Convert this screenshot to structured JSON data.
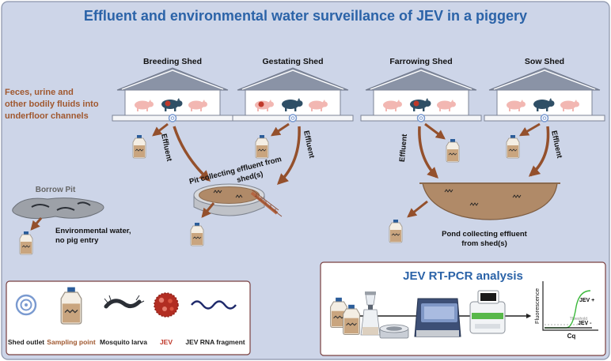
{
  "title": "Effluent and environmental water surveillance of JEV in a piggery",
  "sheds": [
    "Breeding Shed",
    "Gestating Shed",
    "Farrowing Shed",
    "Sow Shed"
  ],
  "fluids_label": [
    "Feces, urine and",
    "other bodily fluids into",
    "underfloor channels"
  ],
  "effluent_label": "Effluent",
  "pit_label": [
    "Pit collecting effluent from",
    "shed(s)"
  ],
  "borrow_pit_label": "Borrow Pit",
  "env_water_label": [
    "Environmental water,",
    "no pig entry"
  ],
  "pond_label": [
    "Pond collecting effluent",
    "from shed(s)"
  ],
  "analysis_title": "JEV RT-PCR analysis",
  "graph": {
    "ylabel": "Fluorescence",
    "xlabel": "Cq",
    "threshold_label": "Threshold",
    "pos_label": "JEV +",
    "neg_label": "JEV -"
  },
  "legend": {
    "shed_outlet": "Shed outlet",
    "sampling_point": "Sampling point",
    "mosquito_larva": "Mosquito larva",
    "jev": "JEV",
    "rna_fragment": "JEV RNA fragment"
  },
  "colors": {
    "background": "#cdd5e8",
    "title": "#2b63a8",
    "fluids_text": "#a0582f",
    "arrow": "#94502c",
    "shed_roof": "#8a93a6",
    "pig_pink": "#f2b7b2",
    "pig_dark": "#2f4f66",
    "jev_red": "#c0392b"
  }
}
